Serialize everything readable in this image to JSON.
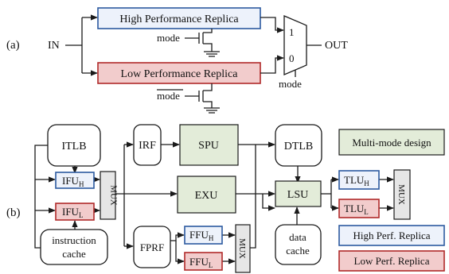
{
  "part_a": {
    "label": "(a)",
    "input": "IN",
    "output": "OUT",
    "high_replica": "High Performance Replica",
    "low_replica": "Low Performance Replica",
    "mode_top": "mode",
    "mode_bottom": "mode",
    "mux_in1": "1",
    "mux_in0": "0",
    "mux_select": "mode"
  },
  "part_b": {
    "label": "(b)",
    "itlb": "ITLB",
    "ifu": "IFU",
    "ifu_h_sub": "H",
    "ifu_l_sub": "L",
    "icache_line1": "instruction",
    "icache_line2": "cache",
    "mux": "MUX",
    "irf": "IRF",
    "spu": "SPU",
    "exu": "EXU",
    "fprf": "FPRF",
    "ffu": "FFU",
    "ffu_h_sub": "H",
    "ffu_l_sub": "L",
    "dtlb": "DTLB",
    "lsu": "LSU",
    "dcache_line1": "data",
    "dcache_line2": "cache",
    "tlu": "TLU",
    "tlu_h_sub": "H",
    "tlu_l_sub": "L"
  },
  "legend": {
    "multi_mode": "Multi-mode design",
    "high": "High Perf. Replica",
    "low": "Low Perf. Replica"
  },
  "colors": {
    "high_fill": "#edf2fb",
    "high_border": "#2c5aa0",
    "low_fill": "#f2cccc",
    "low_border": "#b02a2a",
    "multi_mode_fill": "#e3ecd9",
    "mux_fill": "#e6e6e6"
  }
}
